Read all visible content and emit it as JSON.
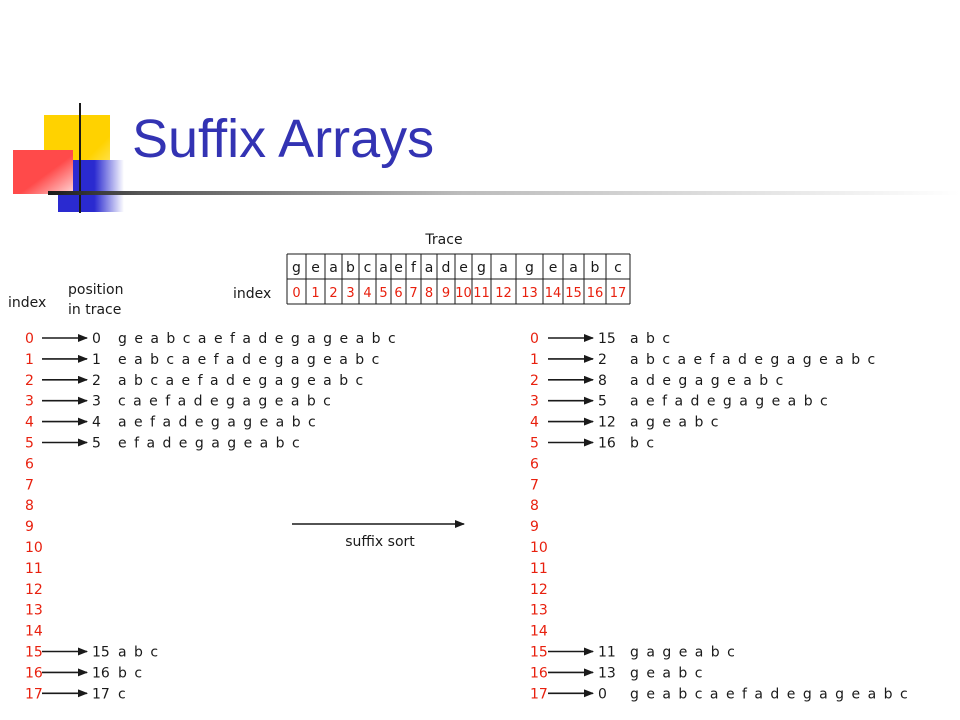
{
  "slide": {
    "title": "Suffix Arrays"
  },
  "trace": {
    "caption": "Trace",
    "chars": [
      "g",
      "e",
      "a",
      "b",
      "c",
      "a",
      "e",
      "f",
      "a",
      "d",
      "e",
      "g",
      "a",
      "g",
      "e",
      "a",
      "b",
      "c"
    ],
    "index_label": "index",
    "indices": [
      "0",
      "1",
      "2",
      "3",
      "4",
      "5",
      "6",
      "7",
      "8",
      "9",
      "10",
      "11",
      "12",
      "13",
      "14",
      "15",
      "16",
      "17"
    ]
  },
  "left_column": {
    "index_header": "index",
    "position_header_line1": "position",
    "position_header_line2": "in trace",
    "indices": [
      "0",
      "1",
      "2",
      "3",
      "4",
      "5",
      "6",
      "7",
      "8",
      "9",
      "10",
      "11",
      "12",
      "13",
      "14",
      "15",
      "16",
      "17"
    ],
    "entries": [
      {
        "index": "0",
        "position": "0",
        "suffix": "g e a b c a e f a d e g  a  g e a  b  c"
      },
      {
        "index": "1",
        "position": "1",
        "suffix": "e a b c a e f a d e g  a  g e a  b  c"
      },
      {
        "index": "2",
        "position": "2",
        "suffix": "a b c a e f a d e g  a  g e a  b  c"
      },
      {
        "index": "3",
        "position": "3",
        "suffix": "c a e f a d e g  a  g e a  b  c"
      },
      {
        "index": "4",
        "position": "4",
        "suffix": "a e f a d e g  a  g e a  b  c"
      },
      {
        "index": "5",
        "position": "5",
        "suffix": "e f a d e g  a  g e a  b  c"
      },
      {
        "index": "15",
        "position": "15",
        "suffix": "a  b  c"
      },
      {
        "index": "16",
        "position": "16",
        "suffix": "b  c"
      },
      {
        "index": "17",
        "position": "17",
        "suffix": "c"
      }
    ]
  },
  "transition_label": "suffix sort",
  "right_column": {
    "indices": [
      "0",
      "1",
      "2",
      "3",
      "4",
      "5",
      "6",
      "7",
      "8",
      "9",
      "10",
      "11",
      "12",
      "13",
      "14",
      "15",
      "16",
      "17"
    ],
    "entries": [
      {
        "index": "0",
        "position": "15",
        "suffix": "a  b  c"
      },
      {
        "index": "1",
        "position": "2",
        "suffix": "a b c a e f a d e g  a  g e a  b  c"
      },
      {
        "index": "2",
        "position": "8",
        "suffix": "a d e g  a  g e a  b  c"
      },
      {
        "index": "3",
        "position": "5",
        "suffix": "a e f a d e g  a  g e a  b  c"
      },
      {
        "index": "4",
        "position": "12",
        "suffix": "a  g e a  b  c"
      },
      {
        "index": "5",
        "position": "16",
        "suffix": "b  c"
      },
      {
        "index": "15",
        "position": "11",
        "suffix": "g  a  g e a  b  c"
      },
      {
        "index": "16",
        "position": "13",
        "suffix": "g e a  b  c"
      },
      {
        "index": "17",
        "position": "0",
        "suffix": "g e a b c a e f a d e g  a  g e a  b  c"
      }
    ]
  },
  "colors": {
    "title": "#3333b3",
    "red_index": "#e8200e",
    "text": "#1a1a1a",
    "deco_yellow": "#ffd200",
    "deco_blue": "#2a2ad0",
    "deco_red": "#ff4a4a"
  }
}
